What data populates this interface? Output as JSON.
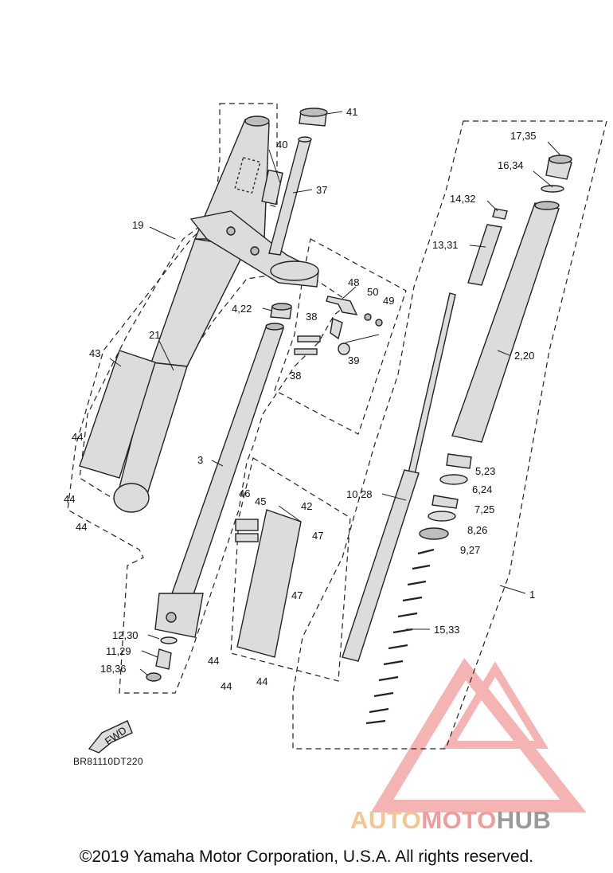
{
  "diagram": {
    "callouts": [
      "41",
      "40",
      "37",
      "19",
      "17,35",
      "16,34",
      "14,32",
      "13,31",
      "48",
      "50",
      "49",
      "4,22",
      "38",
      "39",
      "38",
      "21",
      "43",
      "2,20",
      "44",
      "44",
      "44",
      "3",
      "5,23",
      "6,24",
      "10,28",
      "7,25",
      "46",
      "45",
      "42",
      "8,26",
      "47",
      "9,27",
      "47",
      "1",
      "12,30",
      "15,33",
      "11,29",
      "44",
      "18,36",
      "44",
      "44"
    ],
    "fwd_label": "FWD",
    "code": "BR81110DT220"
  },
  "watermark": {
    "auto": "AUTO",
    "moto": "MOTO",
    "hub": "HUB",
    "color_red": "#f29b9b",
    "color_orange": "#f5c58f",
    "color_gray": "#9a9a9a"
  },
  "copyright": "©2019 Yamaha Motor Corporation, U.S.A. All rights reserved."
}
